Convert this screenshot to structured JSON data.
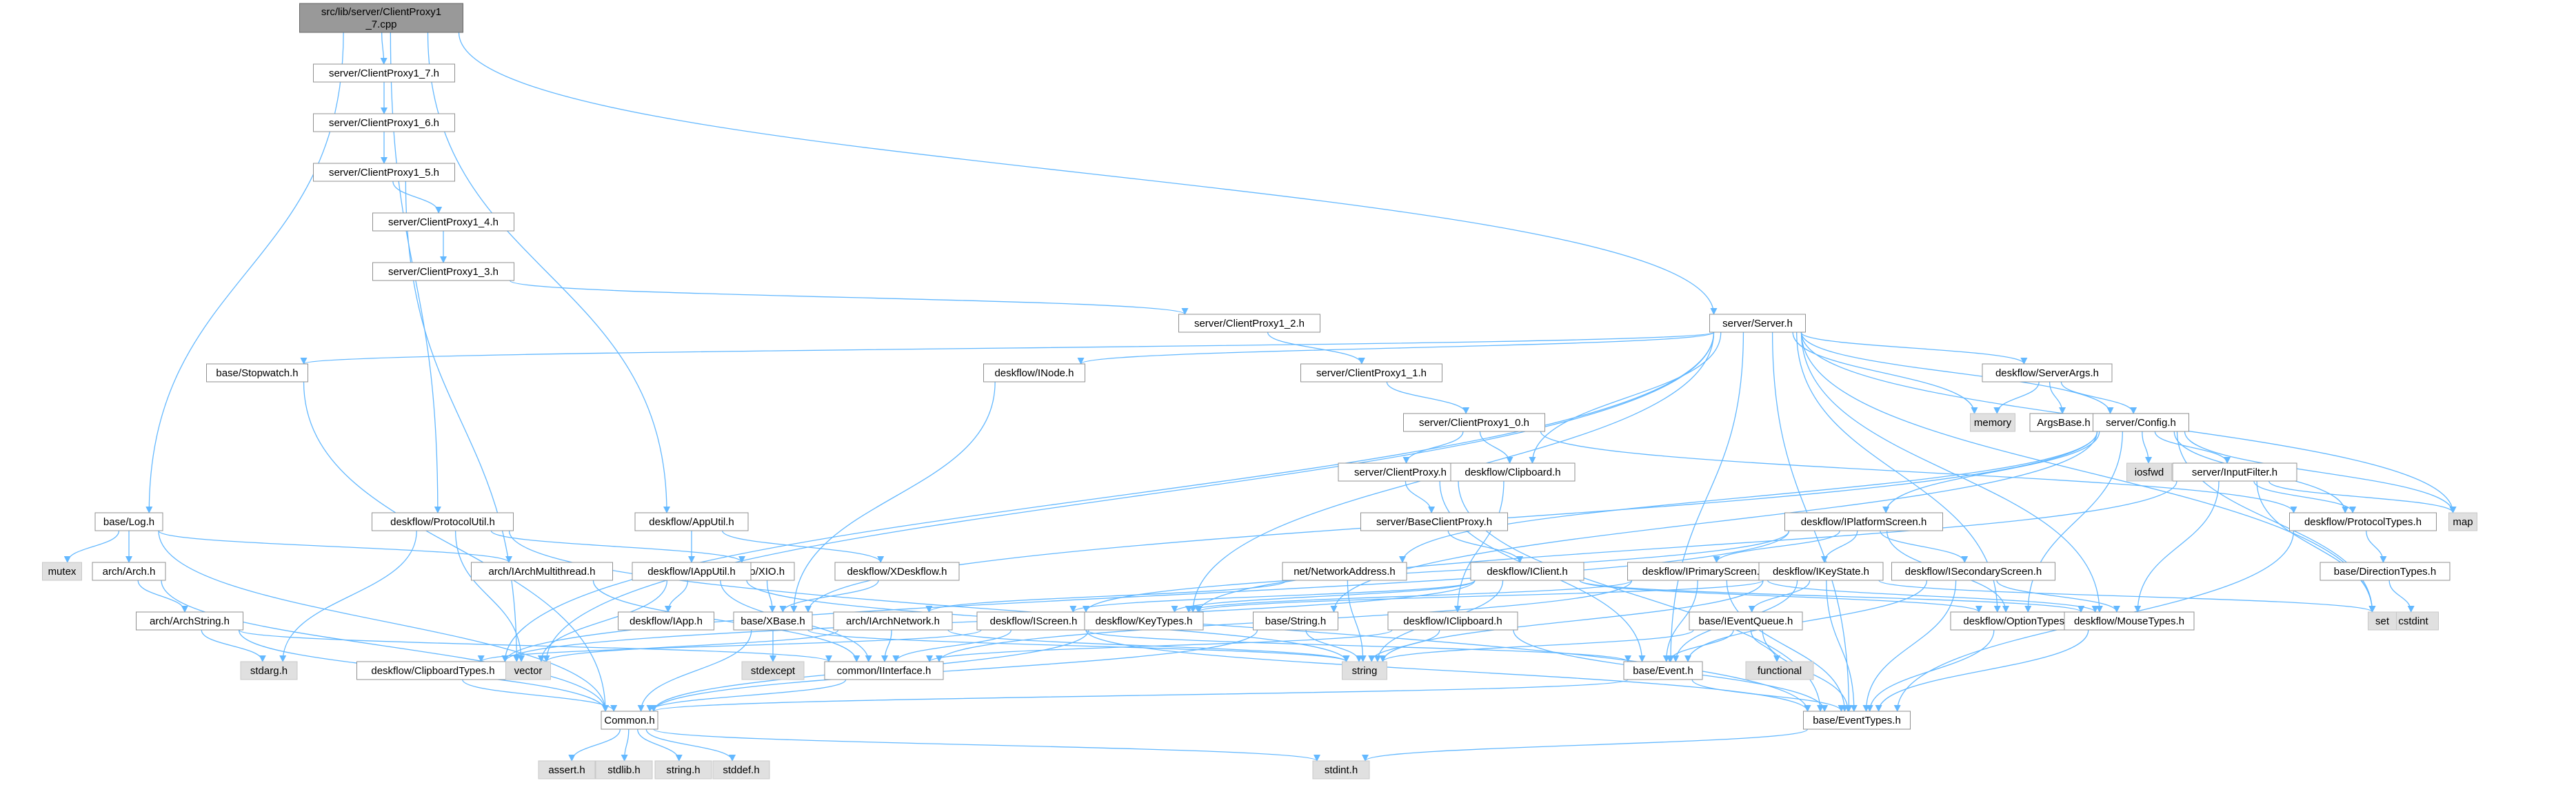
{
  "colors": {
    "edge": "#63b8ff",
    "root_fill": "#999999",
    "node_border": "#8f8f8f",
    "external_fill": "#e0e0e0",
    "node_fill": "#ffffff"
  },
  "nodes": [
    {
      "id": "root",
      "lines": [
        "src/lib/server/ClientProxy1",
        "_7.cpp"
      ],
      "kind": "root"
    },
    {
      "id": "cp17h",
      "lines": [
        "server/ClientProxy1_7.h"
      ],
      "kind": "normal"
    },
    {
      "id": "cp16h",
      "lines": [
        "server/ClientProxy1_6.h"
      ],
      "kind": "normal"
    },
    {
      "id": "cp15h",
      "lines": [
        "server/ClientProxy1_5.h"
      ],
      "kind": "normal"
    },
    {
      "id": "cp14h",
      "lines": [
        "server/ClientProxy1_4.h"
      ],
      "kind": "normal"
    },
    {
      "id": "cp13h",
      "lines": [
        "server/ClientProxy1_3.h"
      ],
      "kind": "normal"
    },
    {
      "id": "cp12h",
      "lines": [
        "server/ClientProxy1_2.h"
      ],
      "kind": "normal"
    },
    {
      "id": "cp11h",
      "lines": [
        "server/ClientProxy1_1.h"
      ],
      "kind": "normal"
    },
    {
      "id": "cp10h",
      "lines": [
        "server/ClientProxy1_0.h"
      ],
      "kind": "normal"
    },
    {
      "id": "serverh",
      "lines": [
        "server/Server.h"
      ],
      "kind": "normal"
    },
    {
      "id": "stopwatch",
      "lines": [
        "base/Stopwatch.h"
      ],
      "kind": "normal"
    },
    {
      "id": "inode",
      "lines": [
        "deskflow/INode.h"
      ],
      "kind": "normal"
    },
    {
      "id": "serverargs",
      "lines": [
        "deskflow/ServerArgs.h"
      ],
      "kind": "normal"
    },
    {
      "id": "memory",
      "lines": [
        "memory"
      ],
      "kind": "ext"
    },
    {
      "id": "argsbase",
      "lines": [
        "ArgsBase.h"
      ],
      "kind": "normal"
    },
    {
      "id": "config",
      "lines": [
        "server/Config.h"
      ],
      "kind": "normal"
    },
    {
      "id": "iosfwd",
      "lines": [
        "iosfwd"
      ],
      "kind": "ext"
    },
    {
      "id": "inputfilter",
      "lines": [
        "server/InputFilter.h"
      ],
      "kind": "normal"
    },
    {
      "id": "map",
      "lines": [
        "map"
      ],
      "kind": "ext"
    },
    {
      "id": "clientproxy",
      "lines": [
        "server/ClientProxy.h"
      ],
      "kind": "normal"
    },
    {
      "id": "clipboard",
      "lines": [
        "deskflow/Clipboard.h"
      ],
      "kind": "normal"
    },
    {
      "id": "baseclientproxy",
      "lines": [
        "server/BaseClientProxy.h"
      ],
      "kind": "normal"
    },
    {
      "id": "iclient",
      "lines": [
        "deskflow/IClient.h"
      ],
      "kind": "normal"
    },
    {
      "id": "protocoltypes",
      "lines": [
        "deskflow/ProtocolTypes.h"
      ],
      "kind": "normal"
    },
    {
      "id": "directiontypes",
      "lines": [
        "base/DirectionTypes.h"
      ],
      "kind": "normal"
    },
    {
      "id": "cstdint",
      "lines": [
        "cstdint"
      ],
      "kind": "ext"
    },
    {
      "id": "iplatformscreen",
      "lines": [
        "deskflow/IPlatformScreen.h"
      ],
      "kind": "normal"
    },
    {
      "id": "netaddr",
      "lines": [
        "net/NetworkAddress.h"
      ],
      "kind": "normal"
    },
    {
      "id": "iprimaryscreen",
      "lines": [
        "deskflow/IPrimaryScreen.h"
      ],
      "kind": "normal"
    },
    {
      "id": "ikeystate",
      "lines": [
        "deskflow/IKeyState.h"
      ],
      "kind": "normal"
    },
    {
      "id": "isecondaryscreen",
      "lines": [
        "deskflow/ISecondaryScreen.h"
      ],
      "kind": "normal"
    },
    {
      "id": "set",
      "lines": [
        "set"
      ],
      "kind": "ext"
    },
    {
      "id": "baselog",
      "lines": [
        "base/Log.h"
      ],
      "kind": "normal"
    },
    {
      "id": "mutex",
      "lines": [
        "mutex"
      ],
      "kind": "ext"
    },
    {
      "id": "archh",
      "lines": [
        "arch/Arch.h"
      ],
      "kind": "normal"
    },
    {
      "id": "archstring",
      "lines": [
        "arch/ArchString.h"
      ],
      "kind": "normal"
    },
    {
      "id": "stdarg",
      "lines": [
        "stdarg.h"
      ],
      "kind": "ext"
    },
    {
      "id": "protocolutil",
      "lines": [
        "deskflow/ProtocolUtil.h"
      ],
      "kind": "normal"
    },
    {
      "id": "iarchmt",
      "lines": [
        "arch/IArchMultithread.h"
      ],
      "kind": "normal"
    },
    {
      "id": "ioxio",
      "lines": [
        "io/XIO.h"
      ],
      "kind": "normal"
    },
    {
      "id": "apputil",
      "lines": [
        "deskflow/AppUtil.h"
      ],
      "kind": "normal"
    },
    {
      "id": "iapputil",
      "lines": [
        "deskflow/IAppUtil.h"
      ],
      "kind": "normal"
    },
    {
      "id": "xdeskflow",
      "lines": [
        "deskflow/XDeskflow.h"
      ],
      "kind": "normal"
    },
    {
      "id": "iapp",
      "lines": [
        "deskflow/IApp.h"
      ],
      "kind": "normal"
    },
    {
      "id": "xbase",
      "lines": [
        "base/XBase.h"
      ],
      "kind": "normal"
    },
    {
      "id": "stdexcept",
      "lines": [
        "stdexcept"
      ],
      "kind": "ext"
    },
    {
      "id": "iarchnetwork",
      "lines": [
        "arch/IArchNetwork.h"
      ],
      "kind": "normal"
    },
    {
      "id": "iscreen",
      "lines": [
        "deskflow/IScreen.h"
      ],
      "kind": "normal"
    },
    {
      "id": "keytypes",
      "lines": [
        "deskflow/KeyTypes.h"
      ],
      "kind": "normal"
    },
    {
      "id": "basestring",
      "lines": [
        "base/String.h"
      ],
      "kind": "normal"
    },
    {
      "id": "iclipboard",
      "lines": [
        "deskflow/IClipboard.h"
      ],
      "kind": "normal"
    },
    {
      "id": "ieventqueue",
      "lines": [
        "base/IEventQueue.h"
      ],
      "kind": "normal"
    },
    {
      "id": "optiontypes",
      "lines": [
        "deskflow/OptionTypes.h"
      ],
      "kind": "normal"
    },
    {
      "id": "mousetypes",
      "lines": [
        "deskflow/MouseTypes.h"
      ],
      "kind": "normal"
    },
    {
      "id": "clipboardtypes",
      "lines": [
        "deskflow/ClipboardTypes.h"
      ],
      "kind": "normal"
    },
    {
      "id": "vector",
      "lines": [
        "vector"
      ],
      "kind": "ext"
    },
    {
      "id": "commoninterface",
      "lines": [
        "common/IInterface.h"
      ],
      "kind": "normal"
    },
    {
      "id": "string",
      "lines": [
        "string"
      ],
      "kind": "ext"
    },
    {
      "id": "functional",
      "lines": [
        "functional"
      ],
      "kind": "ext"
    },
    {
      "id": "baseevent",
      "lines": [
        "base/Event.h"
      ],
      "kind": "normal"
    },
    {
      "id": "common",
      "lines": [
        "Common.h"
      ],
      "kind": "normal"
    },
    {
      "id": "eventtypes",
      "lines": [
        "base/EventTypes.h"
      ],
      "kind": "normal"
    },
    {
      "id": "asserth",
      "lines": [
        "assert.h"
      ],
      "kind": "ext"
    },
    {
      "id": "stdlib",
      "lines": [
        "stdlib.h"
      ],
      "kind": "ext"
    },
    {
      "id": "stringh",
      "lines": [
        "string.h"
      ],
      "kind": "ext"
    },
    {
      "id": "stddef",
      "lines": [
        "stddef.h"
      ],
      "kind": "ext"
    },
    {
      "id": "stdint",
      "lines": [
        "stdint.h"
      ],
      "kind": "ext"
    }
  ],
  "edges": [
    [
      "root",
      "cp17h"
    ],
    [
      "root",
      "baselog"
    ],
    [
      "root",
      "protocolutil"
    ],
    [
      "root",
      "apputil"
    ],
    [
      "root",
      "serverh"
    ],
    [
      "cp17h",
      "cp16h"
    ],
    [
      "cp16h",
      "cp15h"
    ],
    [
      "cp15h",
      "cp14h"
    ],
    [
      "cp15h",
      "vector"
    ],
    [
      "cp14h",
      "cp13h"
    ],
    [
      "cp13h",
      "cp12h"
    ],
    [
      "cp12h",
      "cp11h"
    ],
    [
      "cp11h",
      "cp10h"
    ],
    [
      "cp10h",
      "clientproxy"
    ],
    [
      "cp10h",
      "clipboard"
    ],
    [
      "cp10h",
      "protocoltypes"
    ],
    [
      "serverh",
      "stopwatch"
    ],
    [
      "serverh",
      "inode"
    ],
    [
      "serverh",
      "serverargs"
    ],
    [
      "serverh",
      "memory"
    ],
    [
      "serverh",
      "config"
    ],
    [
      "serverh",
      "map"
    ],
    [
      "serverh",
      "set"
    ],
    [
      "serverh",
      "clipboard"
    ],
    [
      "serverh",
      "keytypes"
    ],
    [
      "serverh",
      "clipboardtypes"
    ],
    [
      "serverh",
      "vector"
    ],
    [
      "serverh",
      "baseevent"
    ],
    [
      "serverh",
      "eventtypes"
    ],
    [
      "serverh",
      "optiontypes"
    ],
    [
      "serverh",
      "mousetypes"
    ],
    [
      "serverargs",
      "argsbase"
    ],
    [
      "serverargs",
      "memory"
    ],
    [
      "serverargs",
      "config"
    ],
    [
      "config",
      "iosfwd"
    ],
    [
      "config",
      "inputfilter"
    ],
    [
      "config",
      "map"
    ],
    [
      "config",
      "set"
    ],
    [
      "config",
      "protocoltypes"
    ],
    [
      "config",
      "iplatformscreen"
    ],
    [
      "config",
      "netaddr"
    ],
    [
      "config",
      "optiontypes"
    ],
    [
      "config",
      "basestring"
    ],
    [
      "config",
      "xbase"
    ],
    [
      "inputfilter",
      "map"
    ],
    [
      "inputfilter",
      "set"
    ],
    [
      "inputfilter",
      "protocoltypes"
    ],
    [
      "inputfilter",
      "keytypes"
    ],
    [
      "inputfilter",
      "mousetypes"
    ],
    [
      "clientproxy",
      "baseclientproxy"
    ],
    [
      "clientproxy",
      "baseevent"
    ],
    [
      "clientproxy",
      "eventtypes"
    ],
    [
      "baseclientproxy",
      "iclient"
    ],
    [
      "iclient",
      "iscreen"
    ],
    [
      "iclient",
      "clipboardtypes"
    ],
    [
      "iclient",
      "keytypes"
    ],
    [
      "iclient",
      "mousetypes"
    ],
    [
      "iclient",
      "optiontypes"
    ],
    [
      "iclient",
      "string"
    ],
    [
      "clipboard",
      "iclipboard"
    ],
    [
      "protocoltypes",
      "directiontypes"
    ],
    [
      "protocoltypes",
      "eventtypes"
    ],
    [
      "directiontypes",
      "cstdint"
    ],
    [
      "iplatformscreen",
      "iprimaryscreen"
    ],
    [
      "iplatformscreen",
      "ikeystate"
    ],
    [
      "iplatformscreen",
      "isecondaryscreen"
    ],
    [
      "iplatformscreen",
      "clipboardtypes"
    ],
    [
      "iplatformscreen",
      "iscreen"
    ],
    [
      "iplatformscreen",
      "optiontypes"
    ],
    [
      "iprimaryscreen",
      "baseevent"
    ],
    [
      "iprimaryscreen",
      "commoninterface"
    ],
    [
      "iprimaryscreen",
      "keytypes"
    ],
    [
      "iprimaryscreen",
      "mousetypes"
    ],
    [
      "iprimaryscreen",
      "eventtypes"
    ],
    [
      "ikeystate",
      "ieventqueue"
    ],
    [
      "ikeystate",
      "keytypes"
    ],
    [
      "ikeystate",
      "set"
    ],
    [
      "ikeystate",
      "string"
    ],
    [
      "ikeystate",
      "baseevent"
    ],
    [
      "ikeystate",
      "eventtypes"
    ],
    [
      "isecondaryscreen",
      "baseevent"
    ],
    [
      "isecondaryscreen",
      "mousetypes"
    ],
    [
      "isecondaryscreen",
      "eventtypes"
    ],
    [
      "netaddr",
      "iarchnetwork"
    ],
    [
      "netaddr",
      "string"
    ],
    [
      "baselog",
      "mutex"
    ],
    [
      "baselog",
      "archh"
    ],
    [
      "baselog",
      "iarchmt"
    ],
    [
      "baselog",
      "common"
    ],
    [
      "archh",
      "archstring"
    ],
    [
      "archh",
      "common"
    ],
    [
      "archstring",
      "stdarg"
    ],
    [
      "archstring",
      "commoninterface"
    ],
    [
      "archstring",
      "common"
    ],
    [
      "protocolutil",
      "ioxio"
    ],
    [
      "protocolutil",
      "eventtypes"
    ],
    [
      "protocolutil",
      "stdarg"
    ],
    [
      "protocolutil",
      "vector"
    ],
    [
      "iarchmt",
      "commoninterface"
    ],
    [
      "ioxio",
      "xbase"
    ],
    [
      "apputil",
      "iapputil"
    ],
    [
      "apputil",
      "xdeskflow"
    ],
    [
      "iapputil",
      "iapp"
    ],
    [
      "iapputil",
      "commoninterface"
    ],
    [
      "iapputil",
      "vector"
    ],
    [
      "iapputil",
      "string"
    ],
    [
      "xdeskflow",
      "xbase"
    ],
    [
      "xbase",
      "stdexcept"
    ],
    [
      "xbase",
      "string"
    ],
    [
      "xbase",
      "common"
    ],
    [
      "iarchnetwork",
      "commoninterface"
    ],
    [
      "iarchnetwork",
      "vector"
    ],
    [
      "iarchnetwork",
      "string"
    ],
    [
      "iscreen",
      "baseevent"
    ],
    [
      "iscreen",
      "clipboardtypes"
    ],
    [
      "iscreen",
      "commoninterface"
    ],
    [
      "iscreen",
      "eventtypes"
    ],
    [
      "keytypes",
      "common"
    ],
    [
      "basestring",
      "string"
    ],
    [
      "basestring",
      "common"
    ],
    [
      "iclipboard",
      "commoninterface"
    ],
    [
      "iclipboard",
      "string"
    ],
    [
      "iclipboard",
      "eventtypes"
    ],
    [
      "ieventqueue",
      "functional"
    ],
    [
      "ieventqueue",
      "string"
    ],
    [
      "ieventqueue",
      "baseevent"
    ],
    [
      "ieventqueue",
      "eventtypes"
    ],
    [
      "optiontypes",
      "eventtypes"
    ],
    [
      "mousetypes",
      "eventtypes"
    ],
    [
      "clipboardtypes",
      "common"
    ],
    [
      "commoninterface",
      "common"
    ],
    [
      "baseevent",
      "common"
    ],
    [
      "baseevent",
      "eventtypes"
    ],
    [
      "common",
      "asserth"
    ],
    [
      "common",
      "stdlib"
    ],
    [
      "common",
      "stringh"
    ],
    [
      "common",
      "stddef"
    ],
    [
      "common",
      "stdint"
    ],
    [
      "eventtypes",
      "stdint"
    ],
    [
      "stopwatch",
      "common"
    ],
    [
      "inode",
      "xbase"
    ]
  ]
}
